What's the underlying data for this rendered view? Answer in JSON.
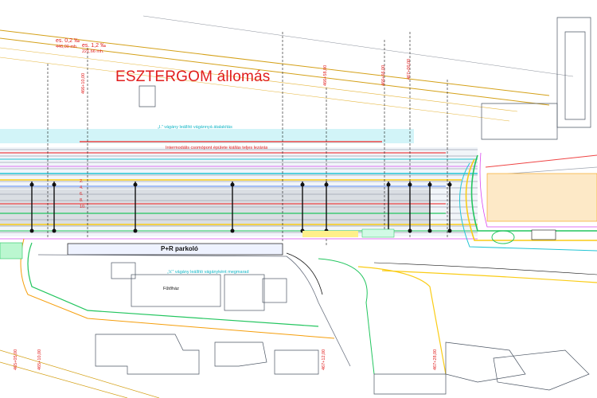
{
  "title": "ESZTERGOM állomás",
  "parking_label": "P+R parkoló",
  "building_label": "Fűtőház",
  "gradient_1": "es. 0,2 ‰",
  "gradient_1_len": "446,00 mh.",
  "gradient_2": "es. 1,2 ‰",
  "gradient_2_len": "221,66 mh.",
  "km_posts": [
    "466+10,00",
    "466+58,00",
    "466+66,00",
    "467+00,00"
  ],
  "bottom_posts": [
    "465+05,00",
    "465+10,00",
    "467+12,00",
    "467+28,00"
  ],
  "track_numbers": [
    "2.",
    "4.",
    "6.",
    "8.",
    "10."
  ],
  "banner_text": "Intermodális csomópont épülete kiállás teljes lezárás",
  "upper_note": "„I.” vágány leállító vágánnyá átalakítás",
  "lower_note": "„V.” vágány leállító vágányként megmarad",
  "colors": {
    "track_gray": "#9ca3af",
    "red": "#e11d1d",
    "cyan": "#22c4d4",
    "green": "#22c55e",
    "yellow": "#facc15",
    "orange": "#f59e0b",
    "magenta": "#d946ef",
    "blue": "#2563eb",
    "platform_fill": "#eef2ff"
  }
}
